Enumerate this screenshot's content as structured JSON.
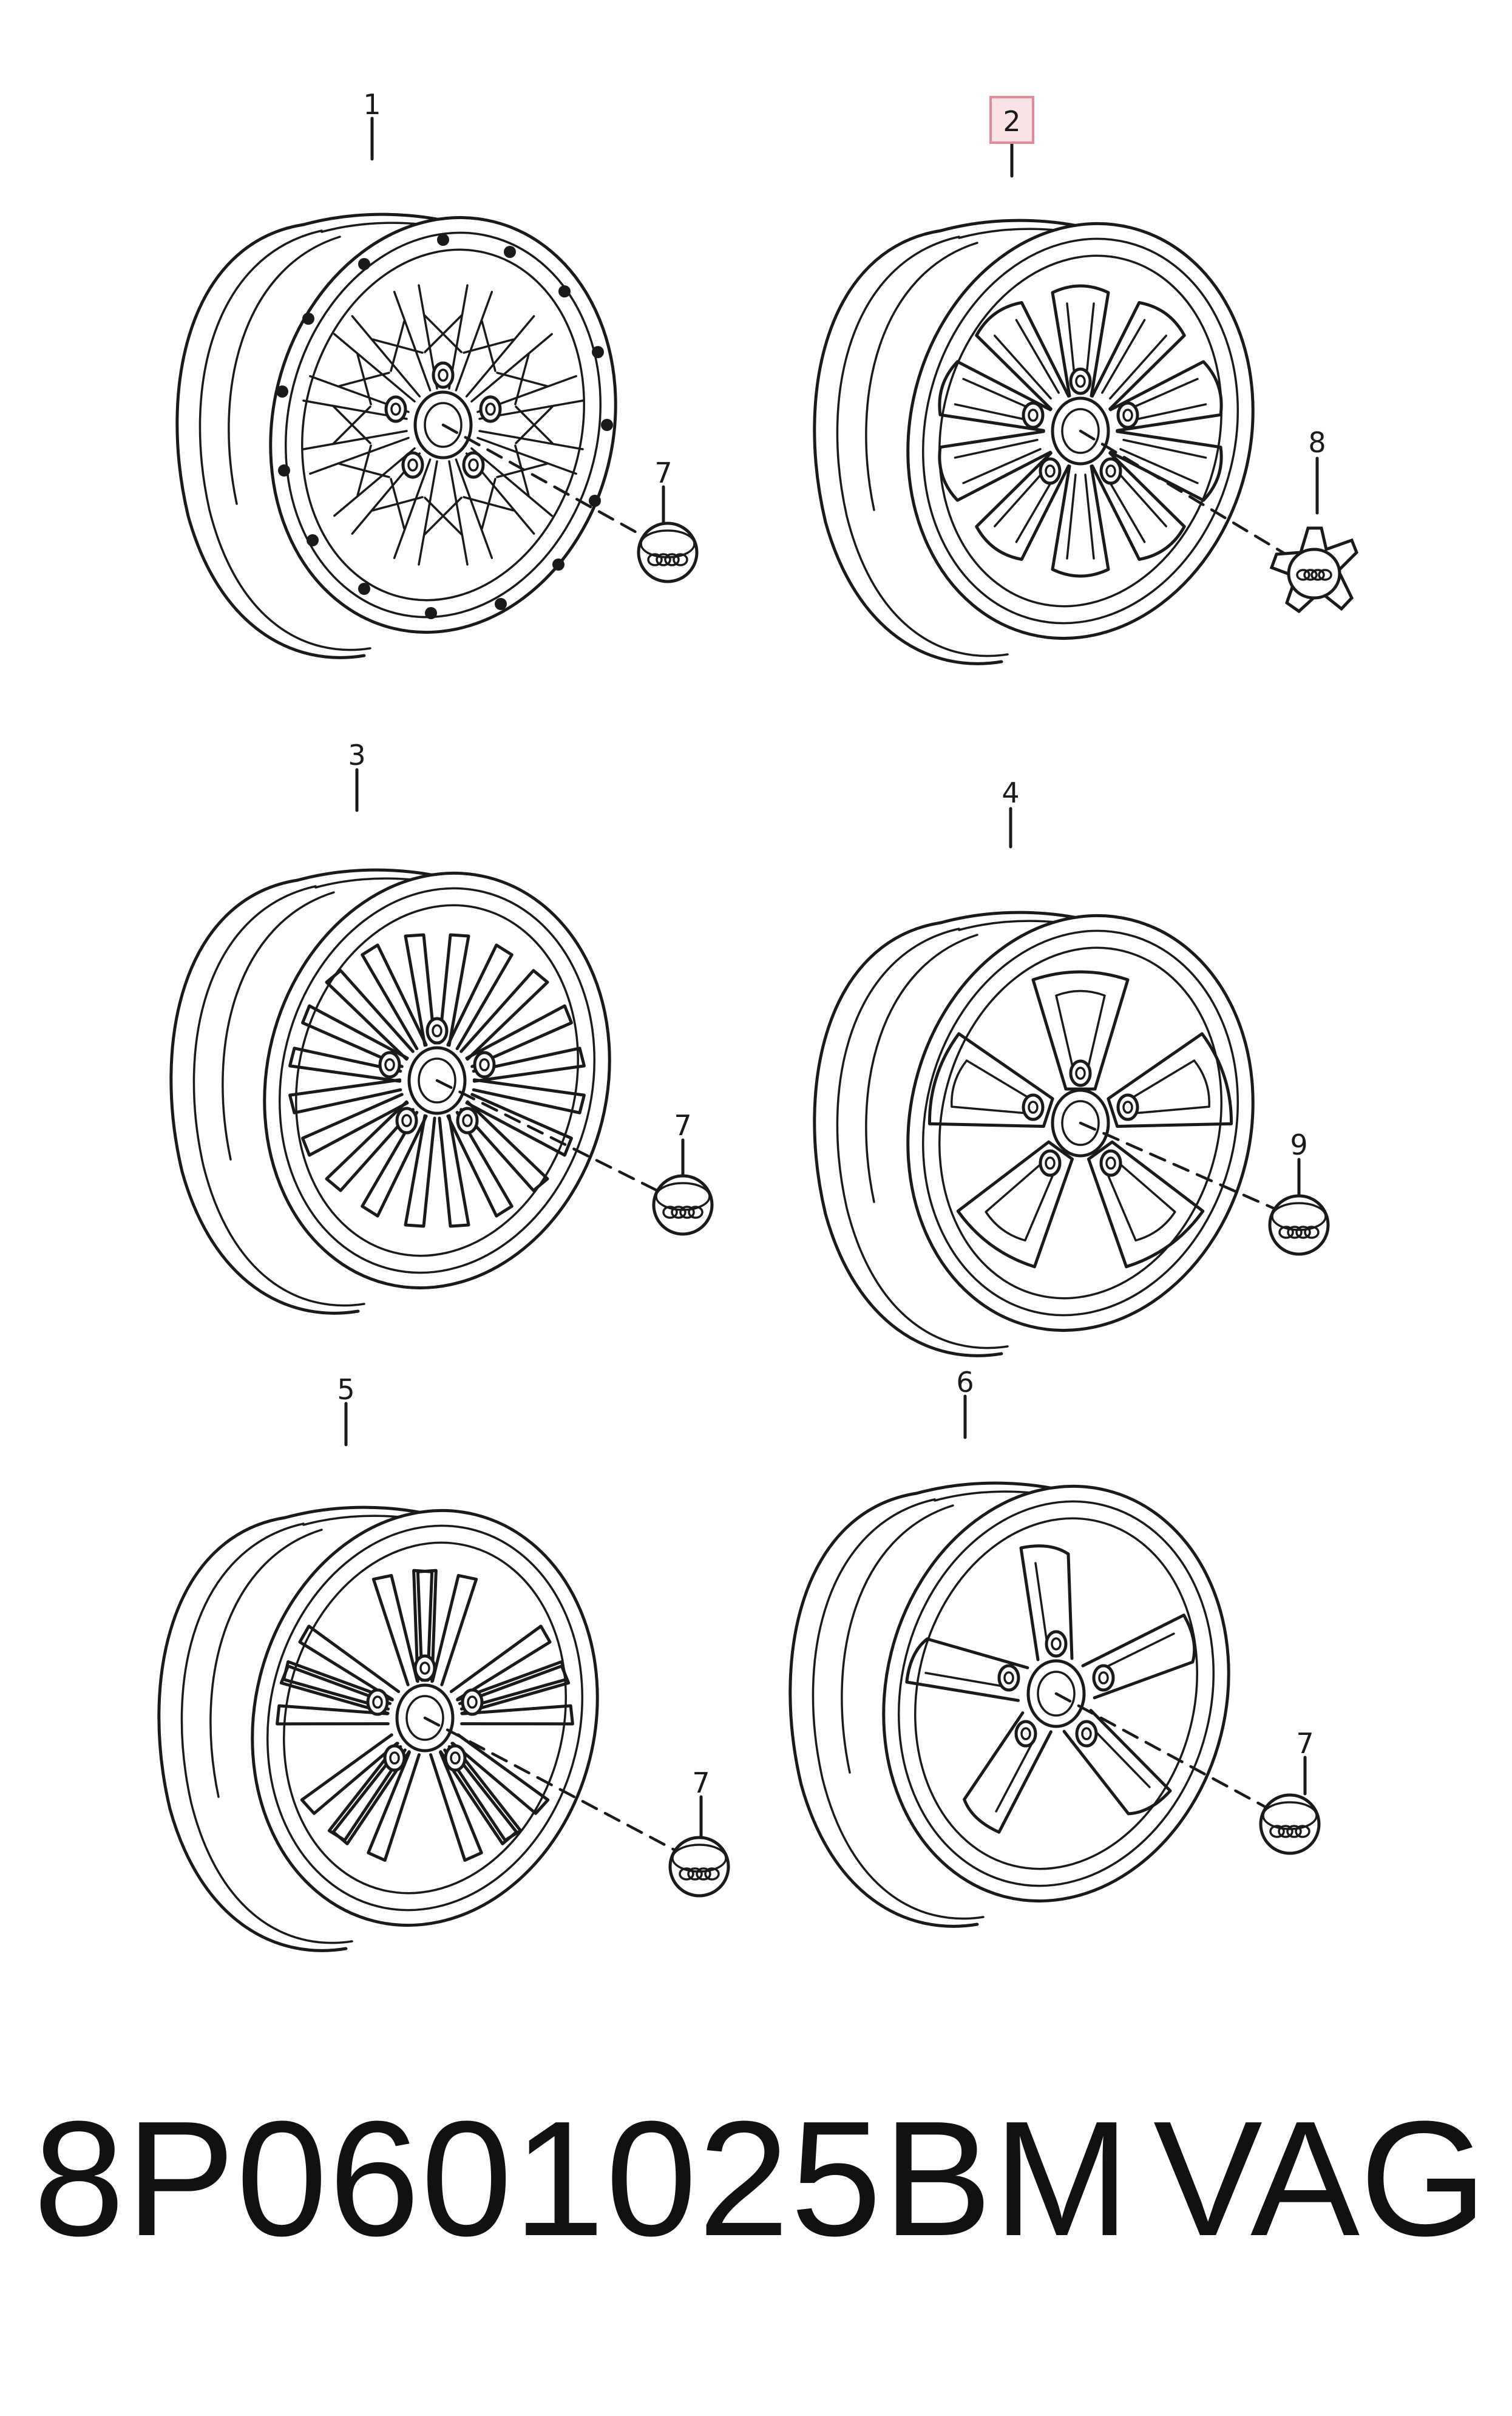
{
  "callouts": [
    "1",
    "2",
    "3",
    "4",
    "5",
    "6",
    "7",
    "8",
    "9"
  ],
  "highlighted_callout": "2",
  "footer": {
    "part_number": "8P0601025BM",
    "brand": "VAG"
  },
  "colors": {
    "line": "#1a1a1a",
    "highlight_fill": "#fbe3e6",
    "highlight_border": "#e58a98"
  }
}
